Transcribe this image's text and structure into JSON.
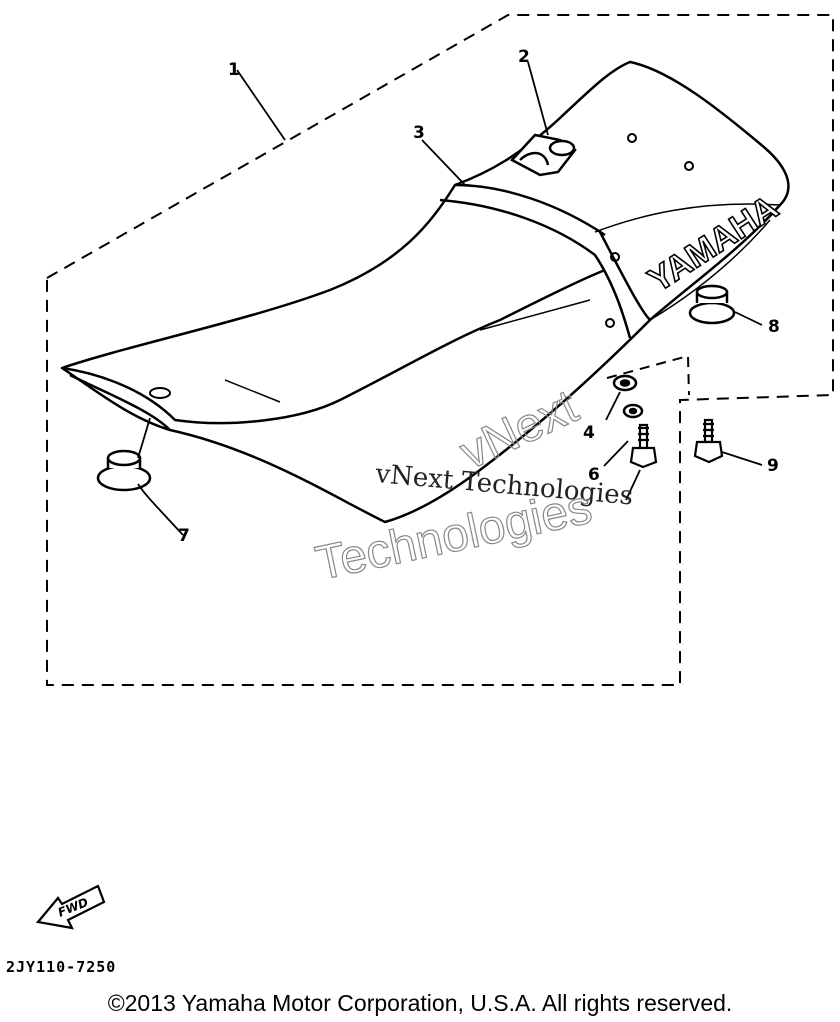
{
  "callouts": [
    "1",
    "2",
    "3",
    "4",
    "6",
    "7",
    "8",
    "9"
  ],
  "seat_logo": "YAMAHA",
  "watermark": {
    "line1": "vNext Technologies",
    "line2_a": "vNext",
    "line2_b": "Technologies"
  },
  "fwd_label": "FWD",
  "diagram_code": "2JY110-7250",
  "copyright": "©2013 Yamaha Motor Corporation, U.S.A. All rights reserved."
}
